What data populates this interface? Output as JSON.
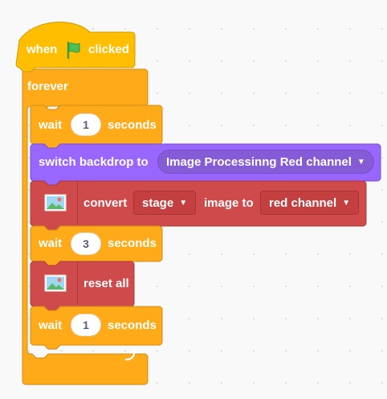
{
  "hat_block": {
    "when": "when",
    "clicked": "clicked",
    "flag_icon": "green-flag-icon"
  },
  "forever_block": {
    "label": "forever",
    "loop_icon": "loop-arrow-icon"
  },
  "wait_1": {
    "label": "wait",
    "value": "1",
    "unit": "seconds"
  },
  "backdrop_block": {
    "label": "switch backdrop to",
    "value": "Image Processinng Red channel"
  },
  "convert_block": {
    "label1": "convert",
    "source": "stage",
    "label2": "image to",
    "target": "red channel",
    "icon": "image-icon"
  },
  "wait_2": {
    "label": "wait",
    "value": "3",
    "unit": "seconds"
  },
  "reset_block": {
    "label": "reset all",
    "icon": "image-icon"
  },
  "wait_3": {
    "label": "wait",
    "value": "1",
    "unit": "seconds"
  },
  "colors": {
    "events": "#ffbf00",
    "control": "#ffab19",
    "looks": "#9966ff",
    "extension": "#cf4a4a"
  }
}
